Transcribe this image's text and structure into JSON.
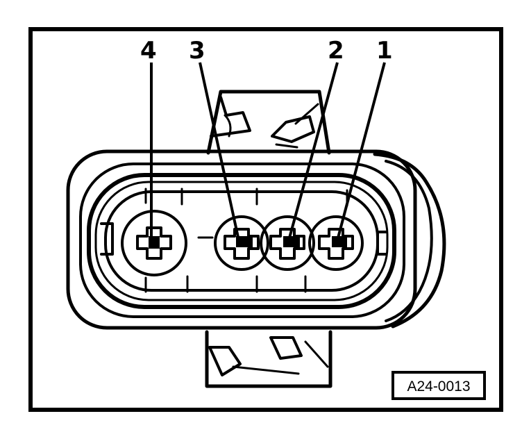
{
  "diagram": {
    "callouts": [
      {
        "id": "4",
        "label": "4"
      },
      {
        "id": "3",
        "label": "3"
      },
      {
        "id": "2",
        "label": "2"
      },
      {
        "id": "1",
        "label": "1"
      }
    ],
    "reference_code": "A24-0013",
    "colors": {
      "line": "#000000",
      "background": "#ffffff"
    }
  }
}
